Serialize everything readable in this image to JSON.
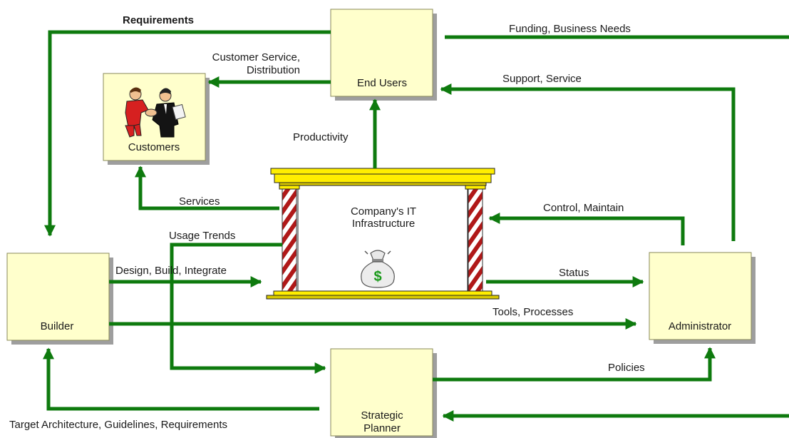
{
  "nodes": {
    "end_users": "End Users",
    "customers": "Customers",
    "builder": "Builder",
    "administrator": "Administrator",
    "strategic_planner_line1": "Strategic",
    "strategic_planner_line2": "Planner",
    "infrastructure_line1": "Company's IT",
    "infrastructure_line2": "Infrastructure"
  },
  "edges": {
    "requirements": "Requirements",
    "funding": "Funding, Business Needs",
    "customer_service_line1": "Customer Service,",
    "customer_service_line2": "Distribution",
    "support_service": "Support, Service",
    "productivity": "Productivity",
    "services": "Services",
    "control_maintain": "Control, Maintain",
    "usage_trends": "Usage Trends",
    "design_build": "Design, Build, Integrate",
    "status": "Status",
    "tools_processes": "Tools, Processes",
    "policies": "Policies",
    "target_architecture": "Target Architecture, Guidelines, Requirements"
  },
  "icons": {
    "customers": "handshake-people-icon",
    "infrastructure": "money-bag-icon",
    "infrastructure_symbol": "$"
  },
  "colors": {
    "arrow": "#0e7a0e",
    "box": "#ffffcc",
    "temple_gold": "#ffee00"
  }
}
